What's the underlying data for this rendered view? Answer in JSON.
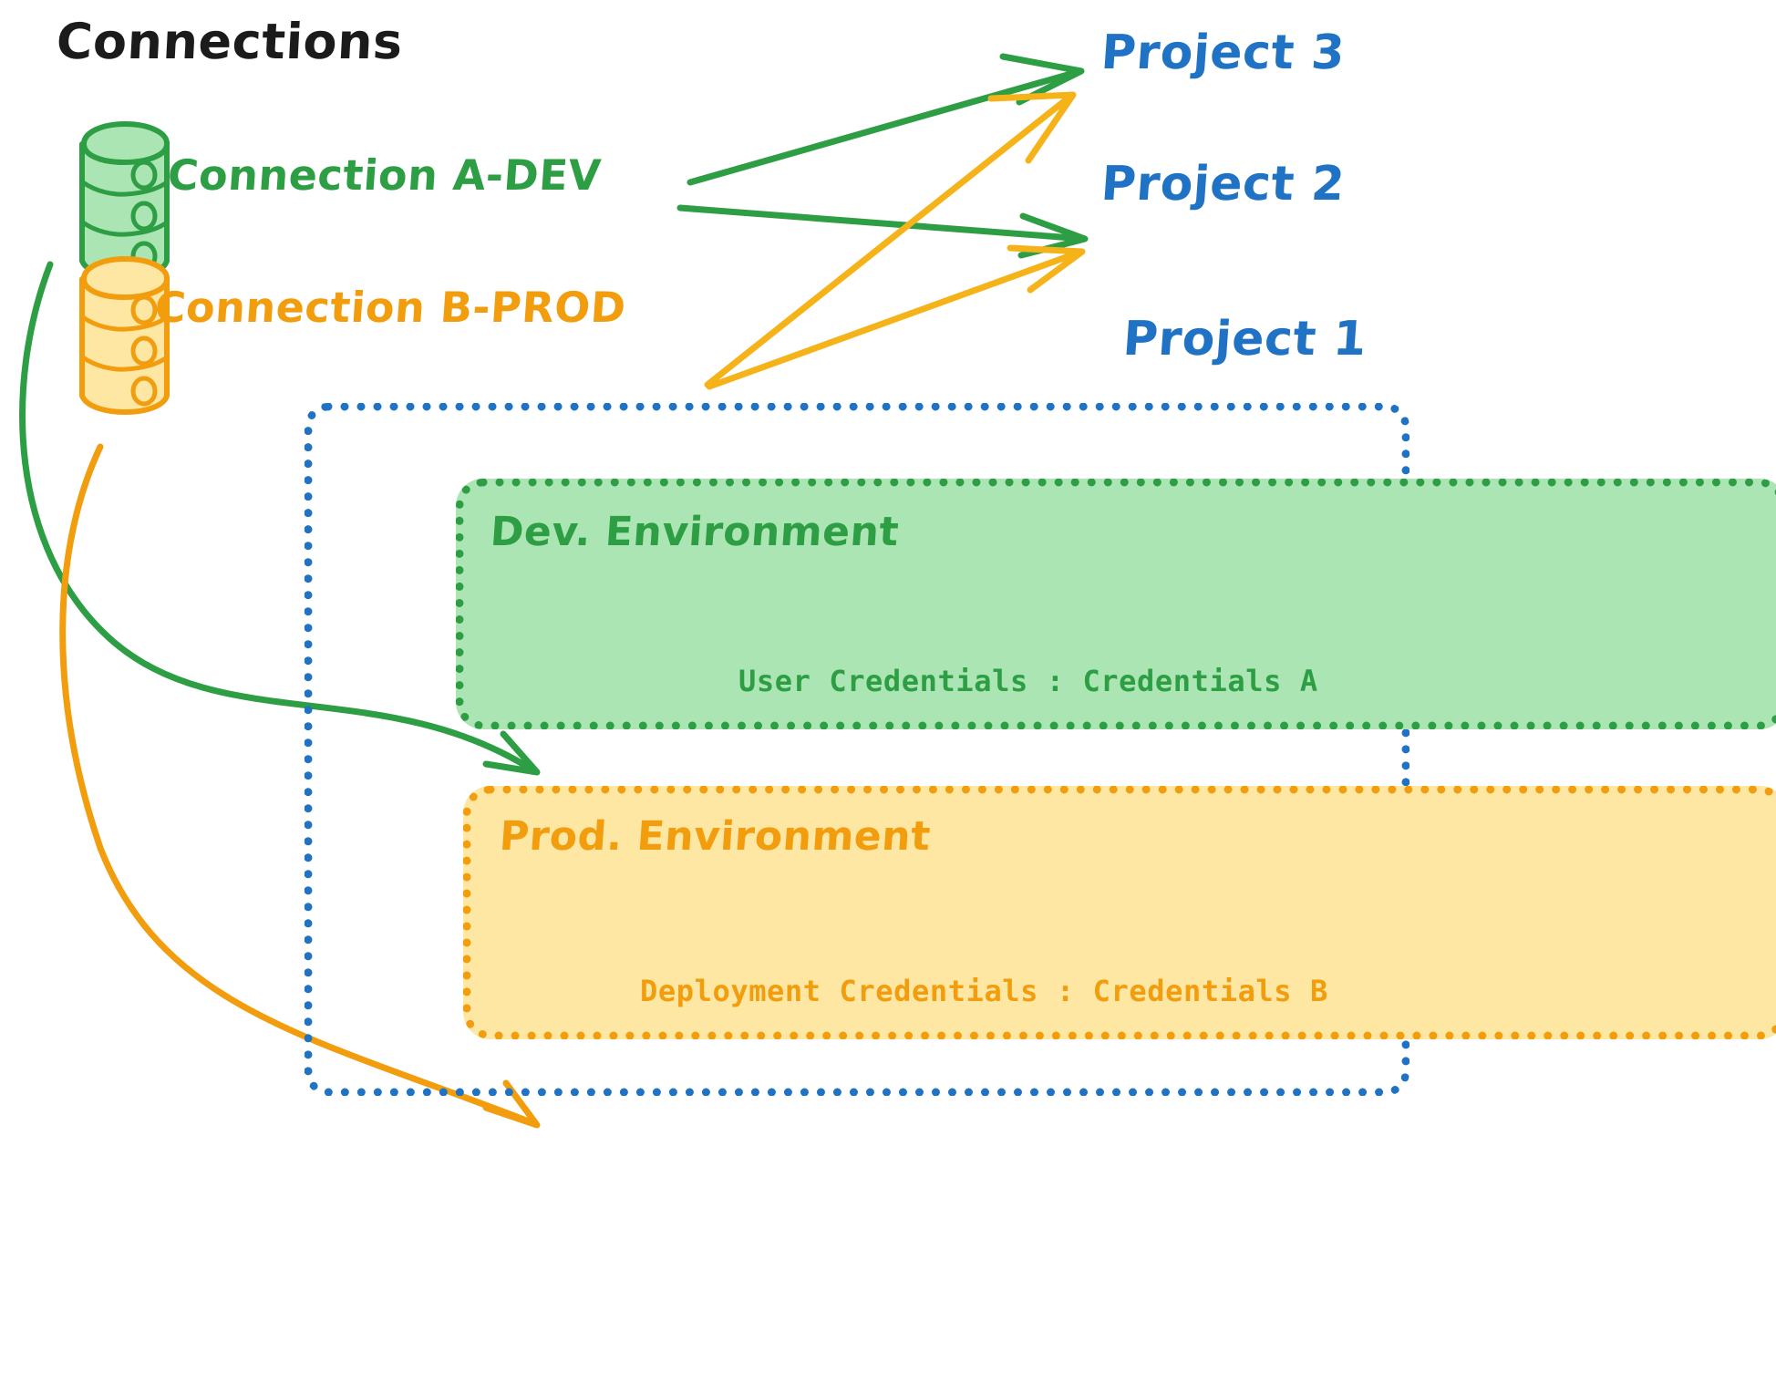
{
  "diagram": {
    "title": "Connections",
    "background_color": "#ffffff",
    "colors": {
      "green": "#2d9e43",
      "green_fill": "#abe5b3",
      "orange": "#f29d0d",
      "orange_fill": "#fde7a2",
      "blue": "#1f72c4",
      "black": "#1b1b1b"
    }
  },
  "connections": [
    {
      "label": "Connection A-DEV",
      "icon": "database-cylinder-icon",
      "color": "#2d9e43",
      "targets": [
        "Project 3",
        "Project 2",
        "Dev. Environment"
      ]
    },
    {
      "label": "Connection B-PROD",
      "icon": "database-cylinder-icon",
      "color": "#f29d0d",
      "targets": [
        "Project 3",
        "Project 2",
        "Prod. Environment"
      ]
    }
  ],
  "projects": [
    {
      "label": "Project 3",
      "color": "#1f72c4"
    },
    {
      "label": "Project 2",
      "color": "#1f72c4"
    },
    {
      "label": "Project 1",
      "color": "#1f72c4"
    }
  ],
  "project1": {
    "label": "Project 1",
    "border_color": "#1f72c4",
    "environments": [
      {
        "title": "Dev. Environment",
        "credentials_label": "User Credentials",
        "credentials_separator": ":",
        "credentials_value": "Credentials A",
        "credentials_line": "User Credentials : Credentials A",
        "fill": "#abe5b3",
        "stroke": "#2d9e43"
      },
      {
        "title": "Prod. Environment",
        "credentials_label": "Deployment Credentials",
        "credentials_separator": ":",
        "credentials_value": "Credentials B",
        "credentials_line": "Deployment Credentials : Credentials B",
        "fill": "#fde7a2",
        "stroke": "#f29d0d"
      }
    ]
  }
}
